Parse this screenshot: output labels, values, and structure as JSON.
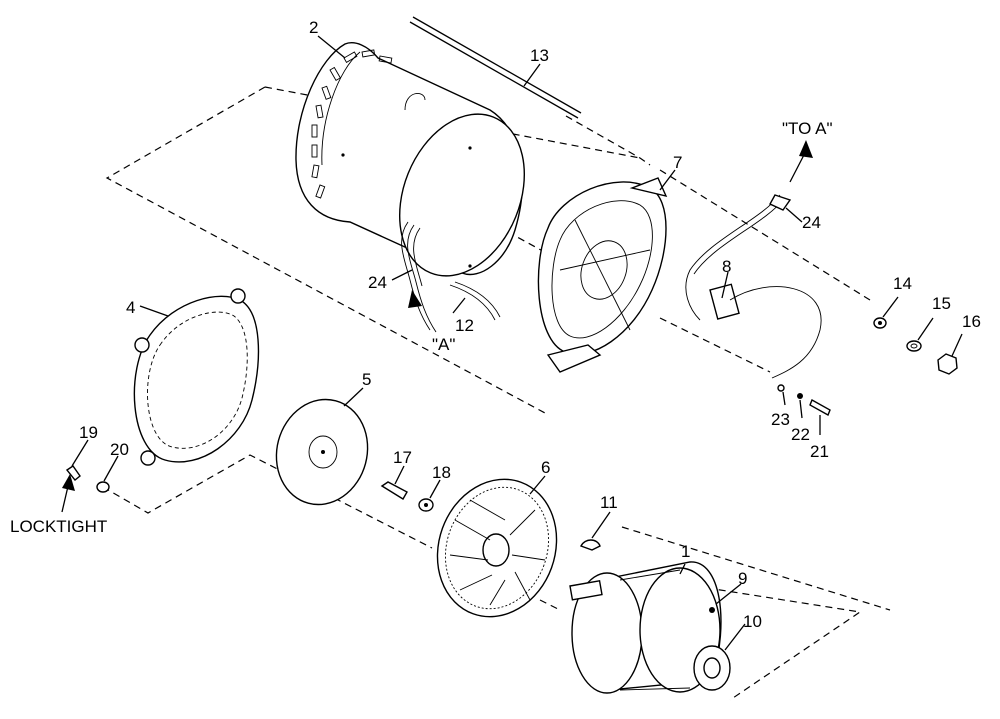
{
  "parts": [
    {
      "id": "1",
      "label": "1"
    },
    {
      "id": "2",
      "label": "2"
    },
    {
      "id": "4",
      "label": "4"
    },
    {
      "id": "5",
      "label": "5"
    },
    {
      "id": "6",
      "label": "6"
    },
    {
      "id": "7",
      "label": "7"
    },
    {
      "id": "8",
      "label": "8"
    },
    {
      "id": "9",
      "label": "9"
    },
    {
      "id": "10",
      "label": "10"
    },
    {
      "id": "11",
      "label": "11"
    },
    {
      "id": "12",
      "label": "12"
    },
    {
      "id": "13",
      "label": "13"
    },
    {
      "id": "14",
      "label": "14"
    },
    {
      "id": "15",
      "label": "15"
    },
    {
      "id": "16",
      "label": "16"
    },
    {
      "id": "17",
      "label": "17"
    },
    {
      "id": "18",
      "label": "18"
    },
    {
      "id": "19",
      "label": "19"
    },
    {
      "id": "20",
      "label": "20"
    },
    {
      "id": "21",
      "label": "21"
    },
    {
      "id": "22",
      "label": "22"
    },
    {
      "id": "23",
      "label": "23"
    },
    {
      "id": "24a",
      "label": "24"
    },
    {
      "id": "24b",
      "label": "24"
    }
  ],
  "notes": {
    "to_a": "\"TO A\"",
    "a": "\"A\"",
    "locktight": "LOCKTIGHT"
  }
}
